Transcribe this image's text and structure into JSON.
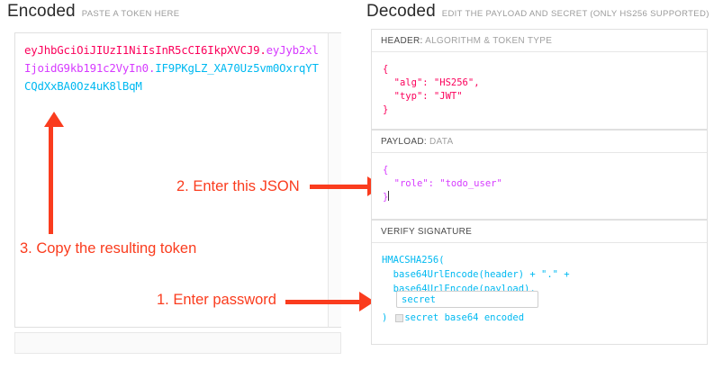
{
  "encoded": {
    "title": "Encoded",
    "subtitle": "PASTE A TOKEN HERE",
    "token": {
      "header": "eyJhbGciOiJIUzI1NiIsInR5cCI6IkpXVCJ9",
      "dot1": ".",
      "payload": "eyJyb2xlIjoidG9kb191c2VyIn0",
      "dot2": ".",
      "signature": "IF9PKgLZ_XA70Uz5vm0OxrqYTCQdXxBA0Oz4uK8lBqM"
    },
    "colors": {
      "header": "#fb015b",
      "payload": "#d63aff",
      "signature": "#00b9f1"
    }
  },
  "decoded": {
    "title": "Decoded",
    "subtitle": "EDIT THE PAYLOAD AND SECRET (ONLY HS256 SUPPORTED)",
    "header_section": {
      "label_strong": "HEADER:",
      "label_weak": "ALGORITHM & TOKEN TYPE",
      "lines": {
        "open": "{",
        "alg_key": "\"alg\"",
        "alg_sep": ": ",
        "alg_val": "\"HS256\"",
        "alg_comma": ",",
        "typ_key": "\"typ\"",
        "typ_sep": ": ",
        "typ_val": "\"JWT\"",
        "close": "}"
      }
    },
    "payload_section": {
      "label_strong": "PAYLOAD:",
      "label_weak": "DATA",
      "lines": {
        "open": "{",
        "role_key": "\"role\"",
        "role_sep": ": ",
        "role_val": "\"todo_user\"",
        "close": "}"
      }
    },
    "signature_section": {
      "label_strong": "VERIFY SIGNATURE",
      "label_weak": "",
      "code_line1": "HMACSHA256(",
      "code_line2": "  base64UrlEncode(header) + \".\" +",
      "code_line3": "  base64UrlEncode(payload),",
      "secret_value": "secret",
      "secret_placeholder": "secret",
      "close_paren": ")",
      "base64_label": "secret base64 encoded",
      "base64_checked": false
    }
  },
  "annotations": {
    "step1": "1. Enter password",
    "step2": "2. Enter this JSON",
    "step3": "3. Copy the resulting token",
    "color": "#fa3c1e"
  }
}
